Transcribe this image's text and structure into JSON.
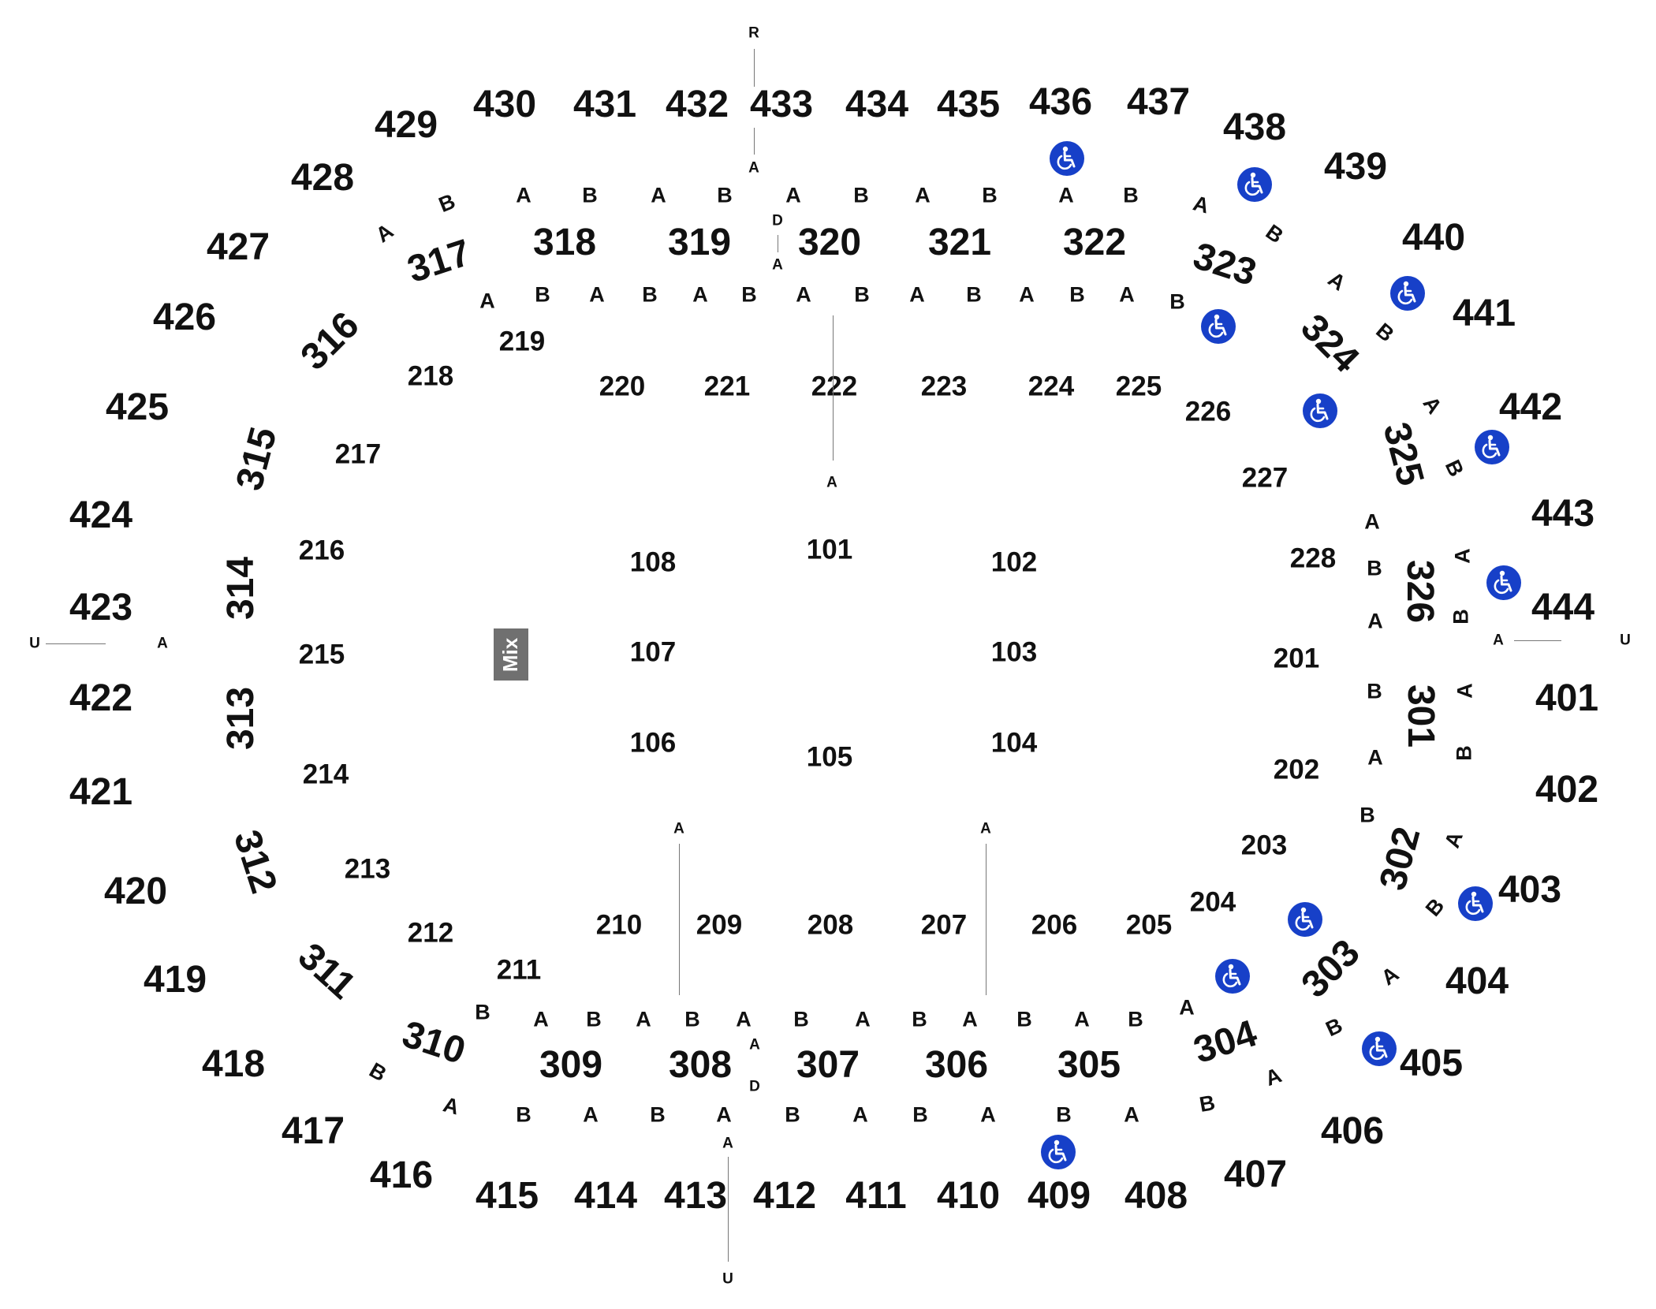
{
  "sections_400": [
    "401",
    "402",
    "403",
    "404",
    "405",
    "406",
    "407",
    "408",
    "409",
    "410",
    "411",
    "412",
    "413",
    "414",
    "415",
    "416",
    "417",
    "418",
    "419",
    "420",
    "421",
    "422",
    "423",
    "424",
    "425",
    "426",
    "427",
    "428",
    "429",
    "430",
    "431",
    "432",
    "433",
    "434",
    "435",
    "436",
    "437",
    "438",
    "439",
    "440",
    "441",
    "442",
    "443",
    "444"
  ],
  "sections_300": [
    "301",
    "302",
    "303",
    "304",
    "305",
    "306",
    "307",
    "308",
    "309",
    "310",
    "311",
    "312",
    "313",
    "314",
    "315",
    "316",
    "317",
    "318",
    "319",
    "320",
    "321",
    "322",
    "323",
    "324",
    "325",
    "326"
  ],
  "sections_200": [
    "201",
    "202",
    "203",
    "204",
    "205",
    "206",
    "207",
    "208",
    "209",
    "210",
    "211",
    "212",
    "213",
    "214",
    "215",
    "216",
    "217",
    "218",
    "219",
    "220",
    "221",
    "222",
    "223",
    "224",
    "225",
    "226",
    "227",
    "228"
  ],
  "sections_100": [
    "101",
    "102",
    "103",
    "104",
    "105",
    "106",
    "107",
    "108"
  ],
  "row_label_a": "A",
  "row_label_b": "B",
  "aisle_labels": {
    "r": "R",
    "u": "U",
    "a": "A",
    "d": "D"
  },
  "mix_label": "Mix",
  "accessible_icon": "wheelchair-icon",
  "colors": {
    "accessible": "#1740c8",
    "mix_box": "#707070",
    "text": "#111111"
  }
}
